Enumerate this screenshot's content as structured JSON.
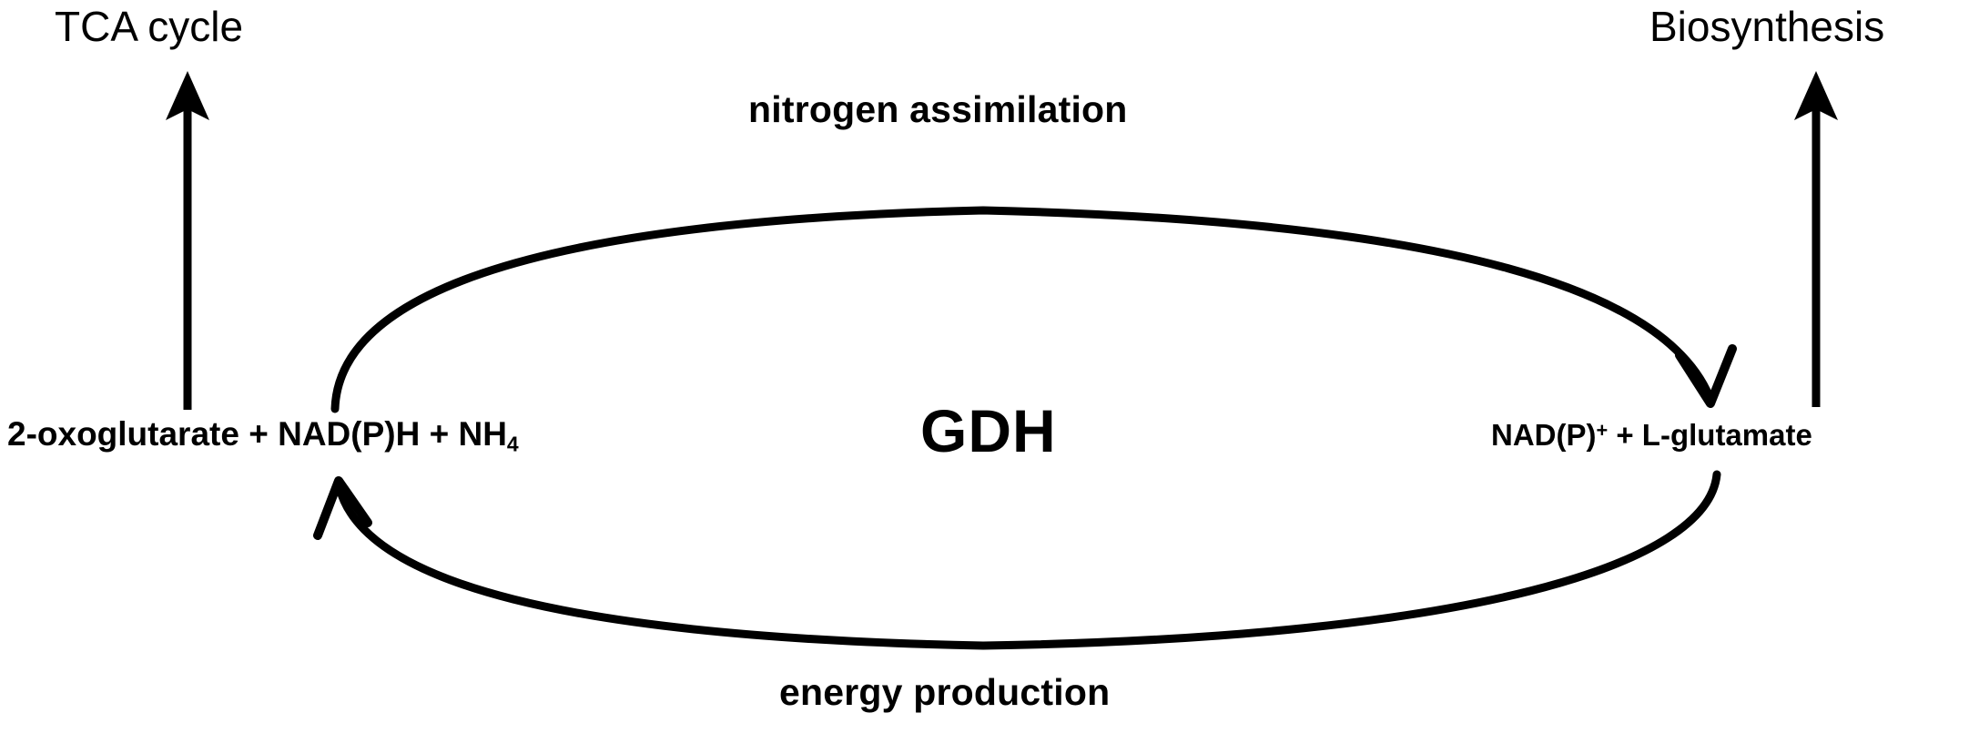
{
  "diagram": {
    "title": "GDH reaction nitrogen assimilation and energy production cycle",
    "background_color": "#ffffff",
    "stroke_color": "#000000",
    "enzyme": "GDH",
    "reaction": {
      "substrates_text": "2-oxoglutarate + NAD(P)H + NH",
      "substrates_subscript": "4",
      "products_text": "NAD(P)",
      "products_superscript": "+",
      "products_text_tail": " + L-glutamate"
    },
    "pathway_labels": {
      "forward": "nitrogen assimilation",
      "reverse": "energy production"
    },
    "endpoints": {
      "left": "TCA cycle",
      "right": "Biosynthesis"
    },
    "arrows": {
      "left_vertical": "up-arrow-to-tca-cycle",
      "right_vertical": "up-arrow-to-biosynthesis",
      "top_curve": "curved-arrow-substrates-to-products",
      "bottom_curve": "curved-arrow-products-to-substrates"
    }
  }
}
